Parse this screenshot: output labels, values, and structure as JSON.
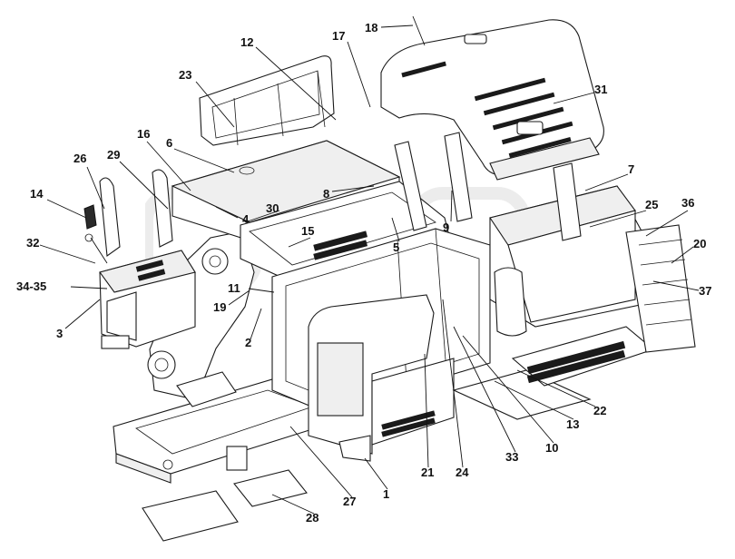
{
  "figure": {
    "callouts": [
      {
        "id": "c18",
        "text": "18"
      },
      {
        "id": "c12",
        "text": "12"
      },
      {
        "id": "c17",
        "text": "17"
      },
      {
        "id": "c23",
        "text": "23"
      },
      {
        "id": "c31",
        "text": "31"
      },
      {
        "id": "c16",
        "text": "16"
      },
      {
        "id": "c6a",
        "text": "6"
      },
      {
        "id": "c26",
        "text": "26"
      },
      {
        "id": "c29",
        "text": "29"
      },
      {
        "id": "c7",
        "text": "7"
      },
      {
        "id": "c8",
        "text": "8"
      },
      {
        "id": "c14",
        "text": "14"
      },
      {
        "id": "c4",
        "text": "4"
      },
      {
        "id": "c30",
        "text": "30"
      },
      {
        "id": "c25",
        "text": "25"
      },
      {
        "id": "c36",
        "text": "36"
      },
      {
        "id": "c9",
        "text": "9"
      },
      {
        "id": "c15",
        "text": "15"
      },
      {
        "id": "c32",
        "text": "32"
      },
      {
        "id": "c5",
        "text": "5"
      },
      {
        "id": "c20",
        "text": "20"
      },
      {
        "id": "c3435",
        "text": "34-35"
      },
      {
        "id": "c11",
        "text": "11"
      },
      {
        "id": "c37",
        "text": "37"
      },
      {
        "id": "c19",
        "text": "19"
      },
      {
        "id": "c3",
        "text": "3"
      },
      {
        "id": "c2",
        "text": "2"
      },
      {
        "id": "c22",
        "text": "22"
      },
      {
        "id": "c13",
        "text": "13"
      },
      {
        "id": "c10",
        "text": "10"
      },
      {
        "id": "c33",
        "text": "33"
      },
      {
        "id": "c21",
        "text": "21"
      },
      {
        "id": "c24",
        "text": "24"
      },
      {
        "id": "c1",
        "text": "1"
      },
      {
        "id": "c27",
        "text": "27"
      },
      {
        "id": "c28",
        "text": "28"
      }
    ]
  },
  "colors": {
    "line": "#1a1a1a",
    "background": "#ffffff",
    "watermark": "#9a9a9a"
  }
}
